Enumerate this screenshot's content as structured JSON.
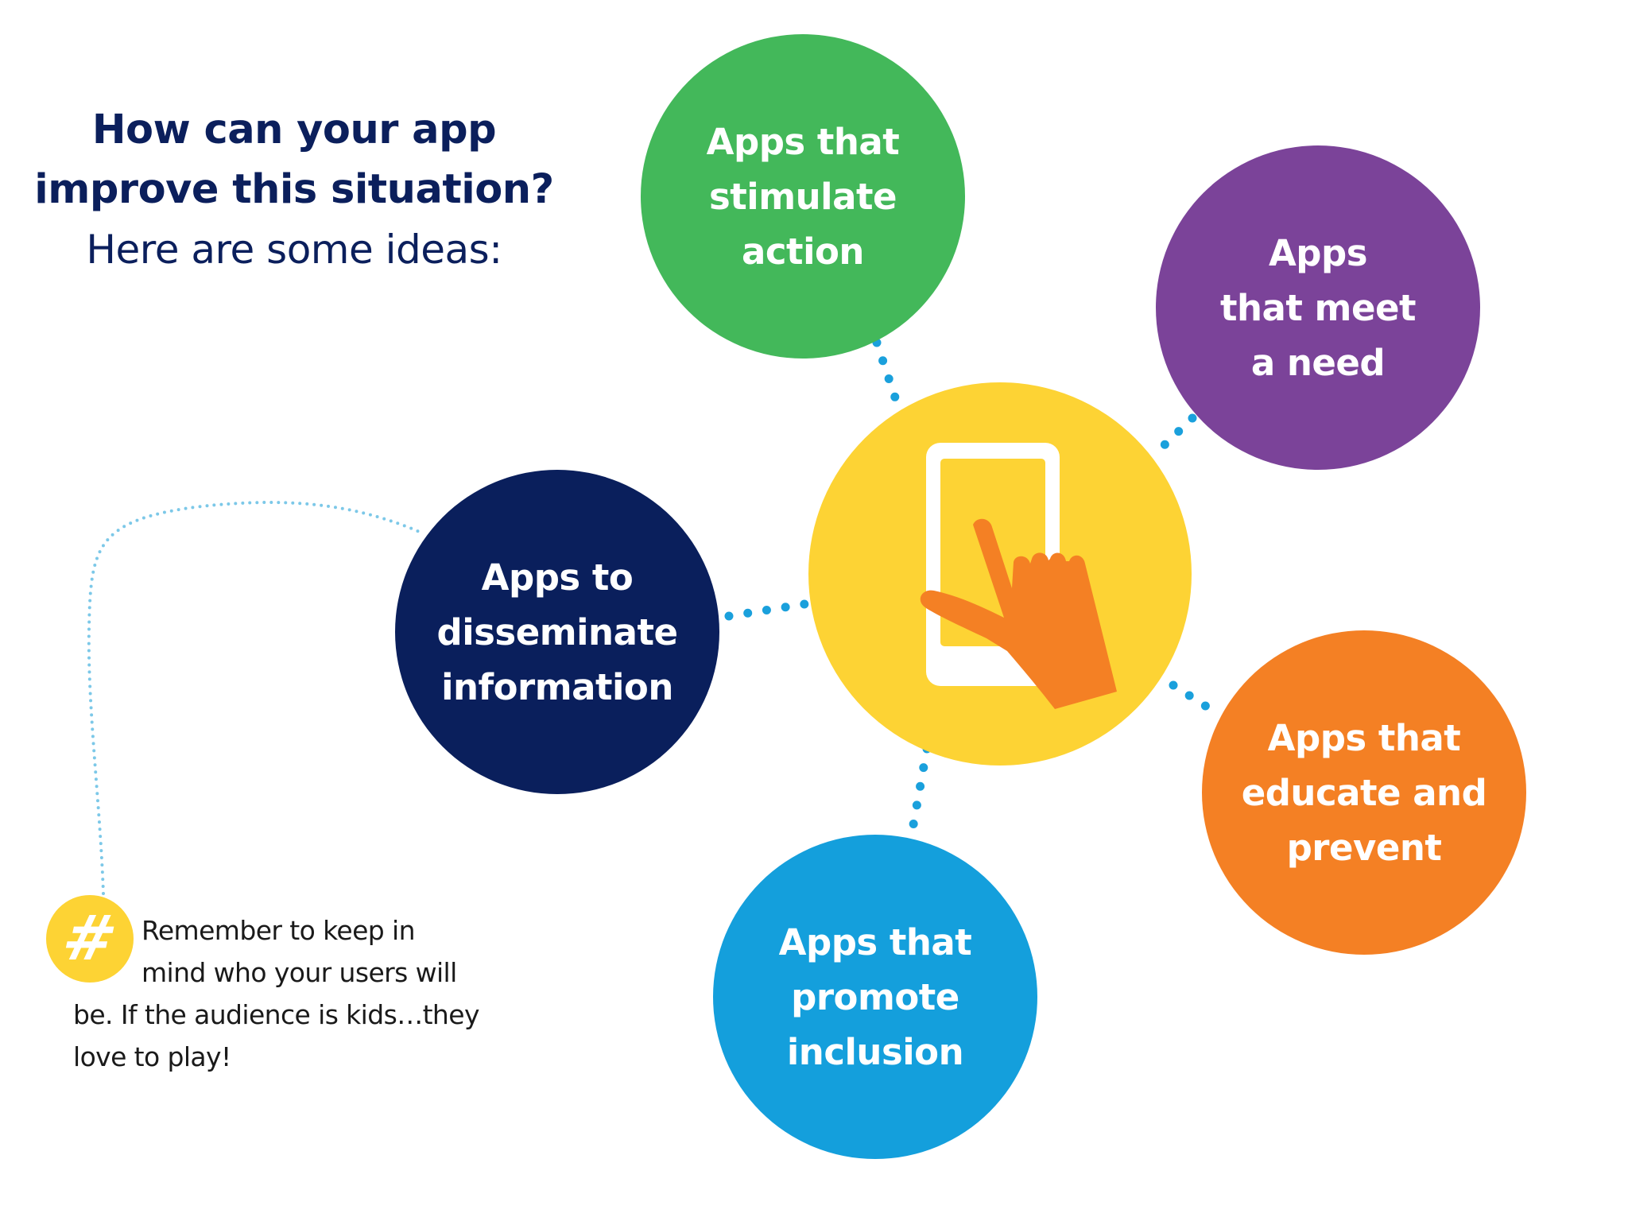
{
  "heading": {
    "line1": "How can your app",
    "line2": "improve this situation?",
    "line3": "Here are some ideas:"
  },
  "bubbles": [
    {
      "id": "stimulate",
      "label": "Apps that\nstimulate\naction",
      "color": "#43b85a"
    },
    {
      "id": "need",
      "label": "Apps\nthat meet\na need",
      "color": "#7b4399"
    },
    {
      "id": "disseminate",
      "label": "Apps to\ndisseminate\ninformation",
      "color": "#0a1f5c"
    },
    {
      "id": "educate",
      "label": "Apps that\neducate and\nprevent",
      "color": "#f48024"
    },
    {
      "id": "inclusion",
      "label": "Apps that\npromote\ninclusion",
      "color": "#149fdc"
    }
  ],
  "center": {
    "icon": "phone-touch-icon",
    "color": "#fdd334"
  },
  "tip": {
    "icon": "hashtag-icon",
    "symbol": "#",
    "line1": "Remember to keep in",
    "line2": "mind who your users will",
    "line3": "be. If the audience is kids…they",
    "line4": "love to play!"
  },
  "colors": {
    "heading": "#0b1f5c",
    "connector_dots": "#1aa0dc",
    "tip_connector": "#7cc8e8",
    "hand": "#f48024",
    "phone": "#ffffff"
  }
}
